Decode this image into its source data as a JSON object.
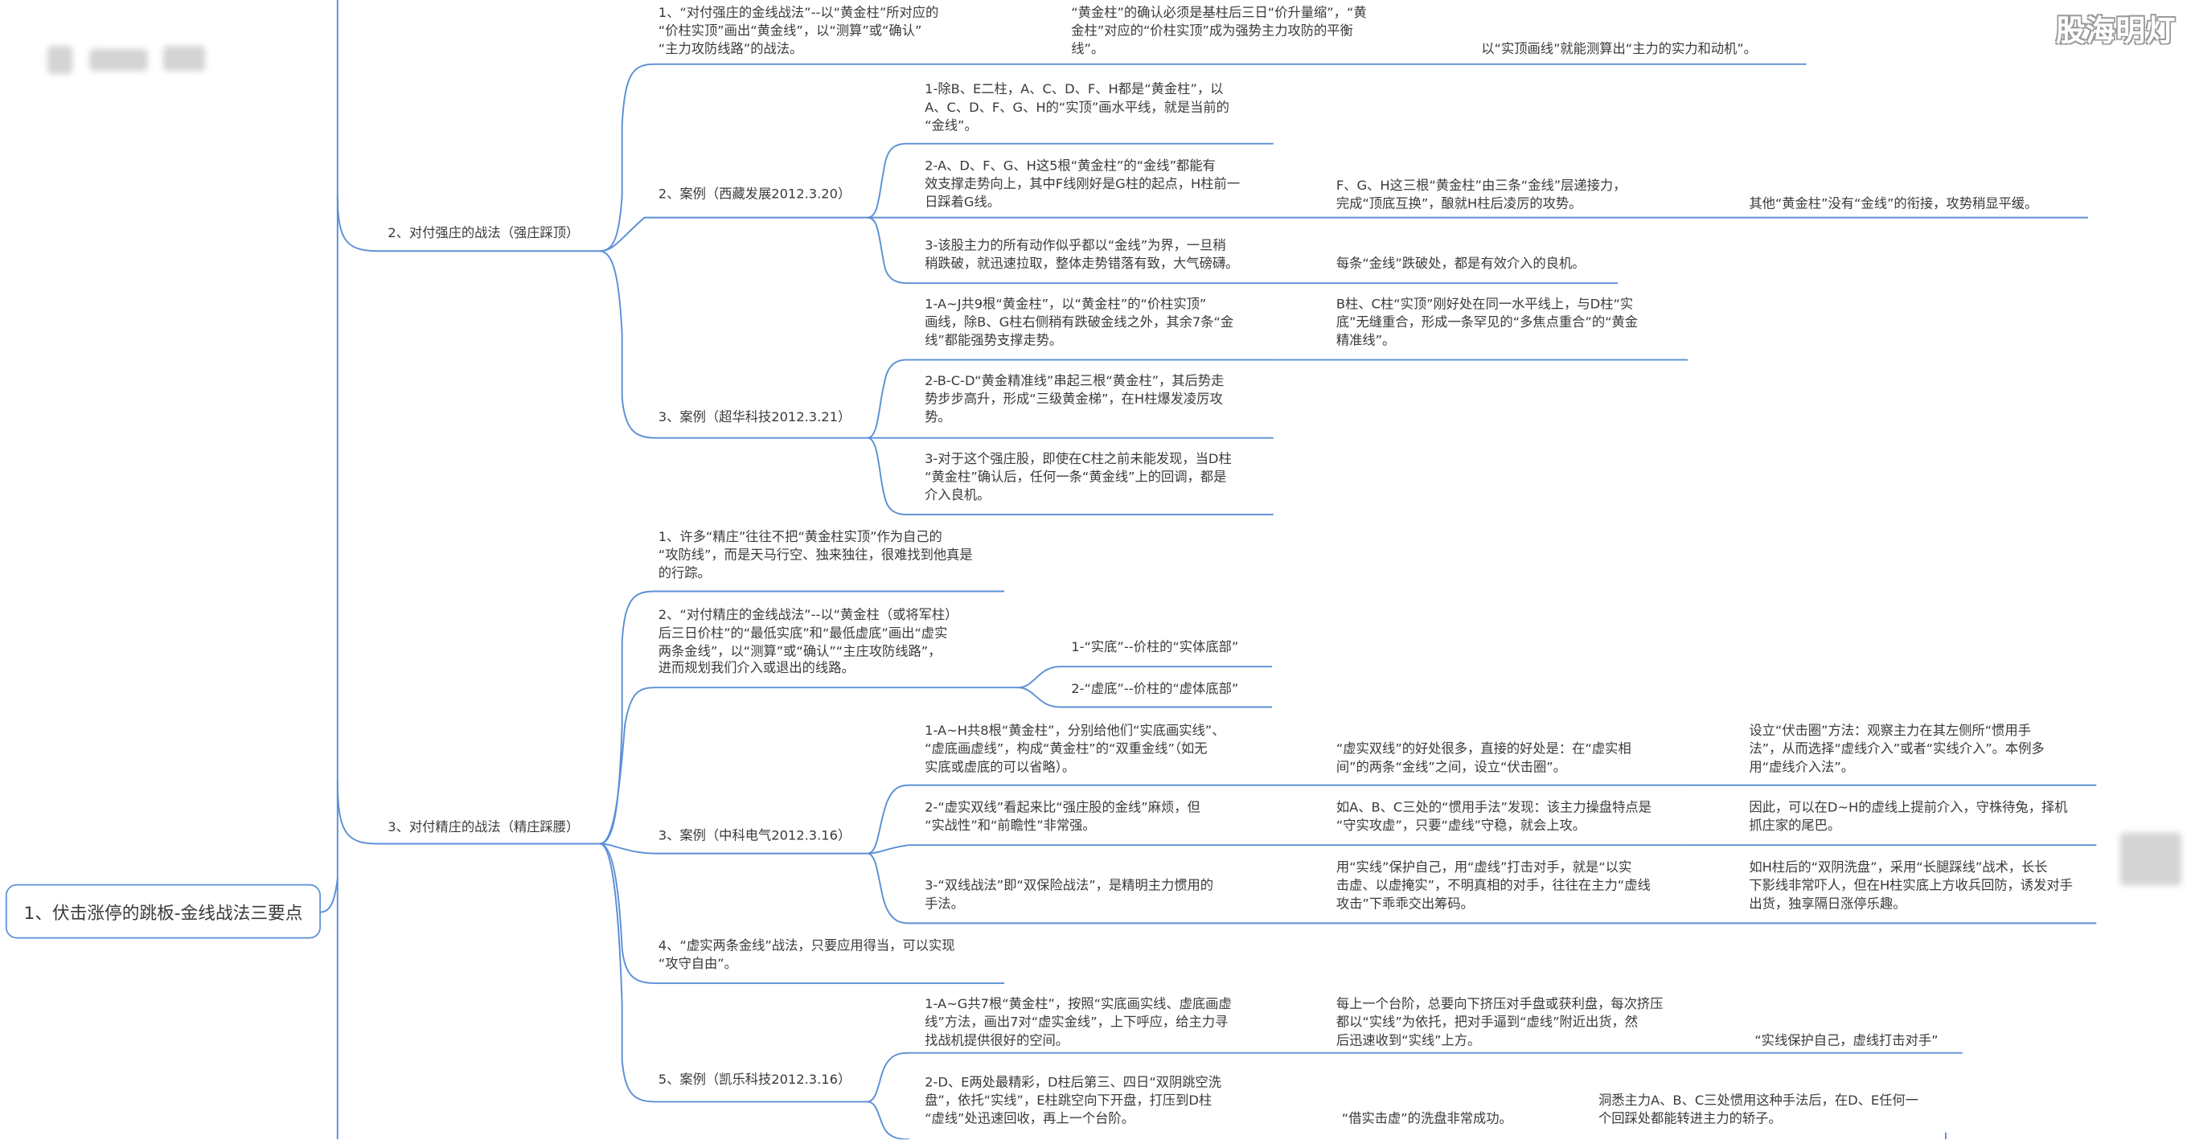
{
  "watermark": "股海明灯",
  "root": {
    "label": "1、伏击涨停的跳板-金线战法三要点"
  },
  "branch_strong": {
    "label": "2、对付强庄的战法（强庄踩顶）",
    "item1": {
      "label": "1、“对付强庄的金线战法”--以“黄金柱”所对应的\n“价柱实顶”画出“黄金线”，以“测算”或“确认”\n“主力攻防线路”的战法。",
      "note1": "“黄金柱”的确认必须是基柱后三日“价升量缩”，“黄\n金柱”对应的“价柱实顶”成为强势主力攻防的平衡\n线”。",
      "note2": "以“实顶画线”就能测算出“主力的实力和动机”。"
    },
    "case2": {
      "label": "2、案例（西藏发展2012.3.20）",
      "sub1": "1-除B、E二柱，A、C、D、F、H都是“黄金柱”，以\nA、C、D、F、G、H的“实顶”画水平线，就是当前的\n“金线”。",
      "sub2": "2-A、D、F、G、H这5根“黄金柱”的“金线”都能有\n效支撑走势向上，其中F线刚好是G柱的起点，H柱前一\n日踩着G线。",
      "sub2_note1": "F、G、H这三根“黄金柱”由三条“金线”层递接力，\n完成“顶底互换”，酿就H柱后凌厉的攻势。",
      "sub2_note2": "其他“黄金柱”没有“金线”的衔接，攻势稍显平缓。",
      "sub3": "3-该股主力的所有动作似乎都以“金线”为界，一旦稍\n稍跌破，就迅速拉取，整体走势错落有致，大气磅礴。",
      "sub3_note1": "每条“金线”跌破处，都是有效介入的良机。"
    },
    "case3": {
      "label": "3、案例（超华科技2012.3.21）",
      "sub1": "1-A~J共9根“黄金柱”，以“黄金柱”的“价柱实顶”\n画线，除B、G柱右侧稍有跌破金线之外，其余7条“金\n线”都能强势支撑走势。",
      "sub1_note1": "B柱、C柱“实顶”刚好处在同一水平线上，与D柱“实\n底”无缝重合，形成一条罕见的“多焦点重合”的“黄金\n精准线”。",
      "sub2": "2-B-C-D“黄金精准线”串起三根“黄金柱”，其后势走\n势步步高升，形成“三级黄金梯”，在H柱爆发凌厉攻\n势。",
      "sub3": "3-对于这个强庄股，即使在C柱之前未能发现，当D柱\n“黄金柱”确认后，任何一条“黄金线”上的回调，都是\n介入良机。"
    }
  },
  "branch_smart": {
    "label": "3、对付精庄的战法（精庄踩腰）",
    "item1": "1、许多“精庄”往往不把“黄金柱实顶”作为自己的\n“攻防线”，而是天马行空、独来独往，很难找到他真是\n的行踪。",
    "item2": {
      "label": "2、“对付精庄的金线战法”--以“黄金柱（或将军柱）\n后三日价柱”的“最低实底”和“最低虚底”画出“虚实\n两条金线”，以“测算”或“确认”“主庄攻防线路”，\n进而规划我们介入或退出的线路。",
      "sub1": "1-“实底”--价柱的“实体底部”",
      "sub2": "2-“虚底”--价柱的“虚体底部”"
    },
    "case3": {
      "label": "3、案例（中科电气2012.3.16）",
      "sub1": "1-A~H共8根“黄金柱”，分别给他们“实底画实线”、\n“虚底画虚线”，构成“黄金柱”的“双重金线”（如无\n实底或虚底的可以省略）。",
      "sub1_note1": "“虚实双线”的好处很多，直接的好处是：在“虚实相\n间”的两条“金线”之间，设立“伏击圈”。",
      "sub1_note2": "设立“伏击圈”方法：观察主力在其左侧所“惯用手\n法”，从而选择“虚线介入”或者“实线介入”。本例多\n用“虚线介入法”。",
      "sub2": "2-“虚实双线”看起来比“强庄股的金线”麻烦，但\n“实战性”和“前瞻性”非常强。",
      "sub2_note1": "如A、B、C三处的“惯用手法”发现：该主力操盘特点是\n“守实攻虚”，只要“虚线”守稳，就会上攻。",
      "sub2_note2": "因此，可以在D~H的虚线上提前介入，守株待兔，择机\n抓庄家的尾巴。",
      "sub3": "3-“双线战法”即“双保险战法”，是精明主力惯用的\n手法。",
      "sub3_note1": "用“实线”保护自己，用“虚线”打击对手，就是“以实\n击虚、以虚掩实”，不明真相的对手，往往在主力“虚线\n攻击”下乖乖交出筹码。",
      "sub3_note2": "如H柱后的“双阴洗盘”，采用“长腿踩线”战术，长长\n下影线非常吓人，但在H柱实底上方收兵回防，诱发对手\n出货，独享隔日涨停乐趣。"
    },
    "item4": "4、“虚实两条金线”战法，只要应用得当，可以实现\n“攻守自由”。",
    "case5": {
      "label": "5、案例（凯乐科技2012.3.16）",
      "sub1": "1-A~G共7根“黄金柱”，按照“实底画实线、虚底画虚\n线”方法，画出7对“虚实金线”，上下呼应，给主力寻\n找战机提供很好的空间。",
      "sub1_note1": "每上一个台阶，总要向下挤压对手盘或获利盘，每次挤压\n都以“实线”为依托，把对手逼到“虚线”附近出货，然\n后迅速收到“实线”上方。",
      "sub1_note2": "“实线保护自己，虚线打击对手”",
      "sub2": "2-D、E两处最精彩，D柱后第三、四日“双阴跳空洗\n盘”，依托“实线”，E柱跳空向下开盘，打压到D柱\n“虚线”处迅速回收，再上一个台阶。",
      "sub2_note1": "“借实击虚”的洗盘非常成功。",
      "sub2_note2": "洞悉主力A、B、C三处惯用这种手法后，在D、E任何一\n个回踩处都能转进主力的轿子。"
    }
  }
}
